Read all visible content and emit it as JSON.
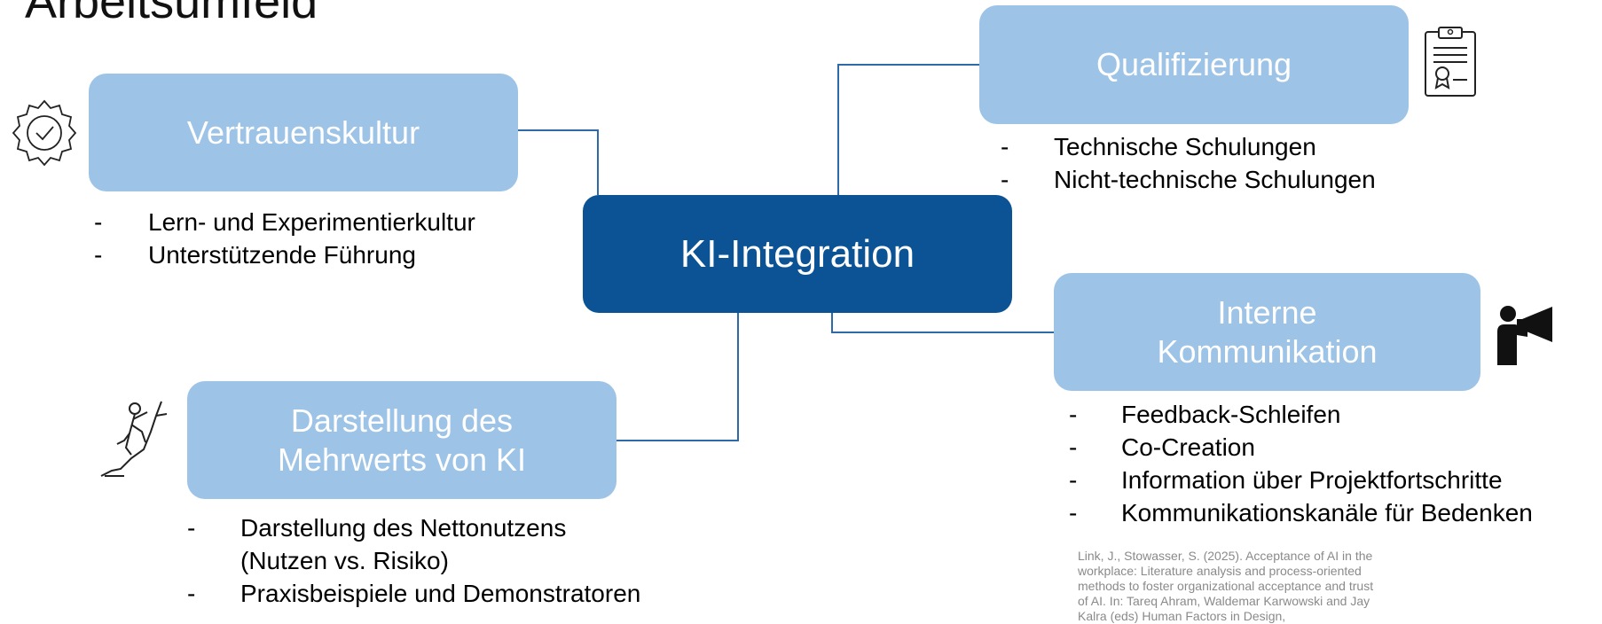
{
  "page": {
    "title": "Arbeitsumfeld"
  },
  "center": {
    "label": "KI-Integration"
  },
  "nodes": {
    "vertrauenskultur": {
      "label": "Vertrauenskultur",
      "icon": "badge-check-icon",
      "bullets": [
        "Lern- und Experimentierkultur",
        "Unterstützende Führung"
      ]
    },
    "qualifizierung": {
      "label": "Qualifizierung",
      "icon": "certificate-clipboard-icon",
      "bullets": [
        "Technische Schulungen",
        "Nicht-technische Schulungen"
      ]
    },
    "kommunikation": {
      "label_line1": "Interne",
      "label_line2": "Kommunikation",
      "icon": "megaphone-person-icon",
      "bullets": [
        "Feedback-Schleifen",
        "Co-Creation",
        "Information über Projektfortschritte",
        "Kommunikationskanäle für Bedenken"
      ]
    },
    "mehrwert": {
      "label_line1": "Darstellung des",
      "label_line2": "Mehrwerts von KI",
      "icon": "climber-icon",
      "bullets": [
        "Darstellung des Nettonutzens",
        "(Nutzen vs. Risiko)",
        "Praxisbeispiele und Demonstratoren"
      ]
    }
  },
  "bullet_marker": "-",
  "citation": "Link, J., Stowasser, S.  (2025). Acceptance of AI in the workplace: Literature analysis and process-oriented methods to foster organizational acceptance and trust of AI. In: Tareq Ahram, Waldemar Karwowski and Jay Kalra (eds) Human Factors in Design,",
  "colors": {
    "box_light": "#9dc3e6",
    "box_dark": "#0b5394",
    "connector": "#2e6aa8"
  }
}
